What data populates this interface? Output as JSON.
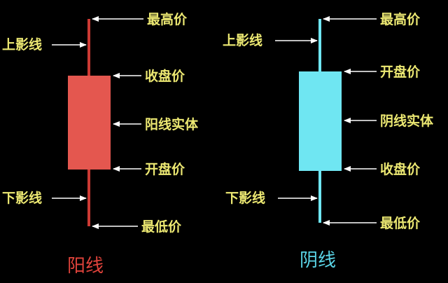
{
  "colors": {
    "background": "#000000",
    "label_text": "#ece872",
    "arrow": "#ffffff",
    "yang_body": "#e4574f",
    "yang_wick": "#cc3a34",
    "yang_title": "#e0433b",
    "yin_body": "#6fe6f2",
    "yin_wick": "#6fe6f2",
    "yin_title": "#5ad4e6"
  },
  "yang_candle": {
    "title": "阳线",
    "labels": {
      "high": "最高价",
      "upper_shadow": "上影线",
      "close": "收盘价",
      "body": "阳线实体",
      "open": "开盘价",
      "lower_shadow": "下影线",
      "low": "最低价"
    }
  },
  "yin_candle": {
    "title": "阴线",
    "labels": {
      "high": "最高价",
      "upper_shadow": "上影线",
      "open": "开盘价",
      "body": "阴线实体",
      "close": "收盘价",
      "lower_shadow": "下影线",
      "low": "最低价"
    }
  }
}
